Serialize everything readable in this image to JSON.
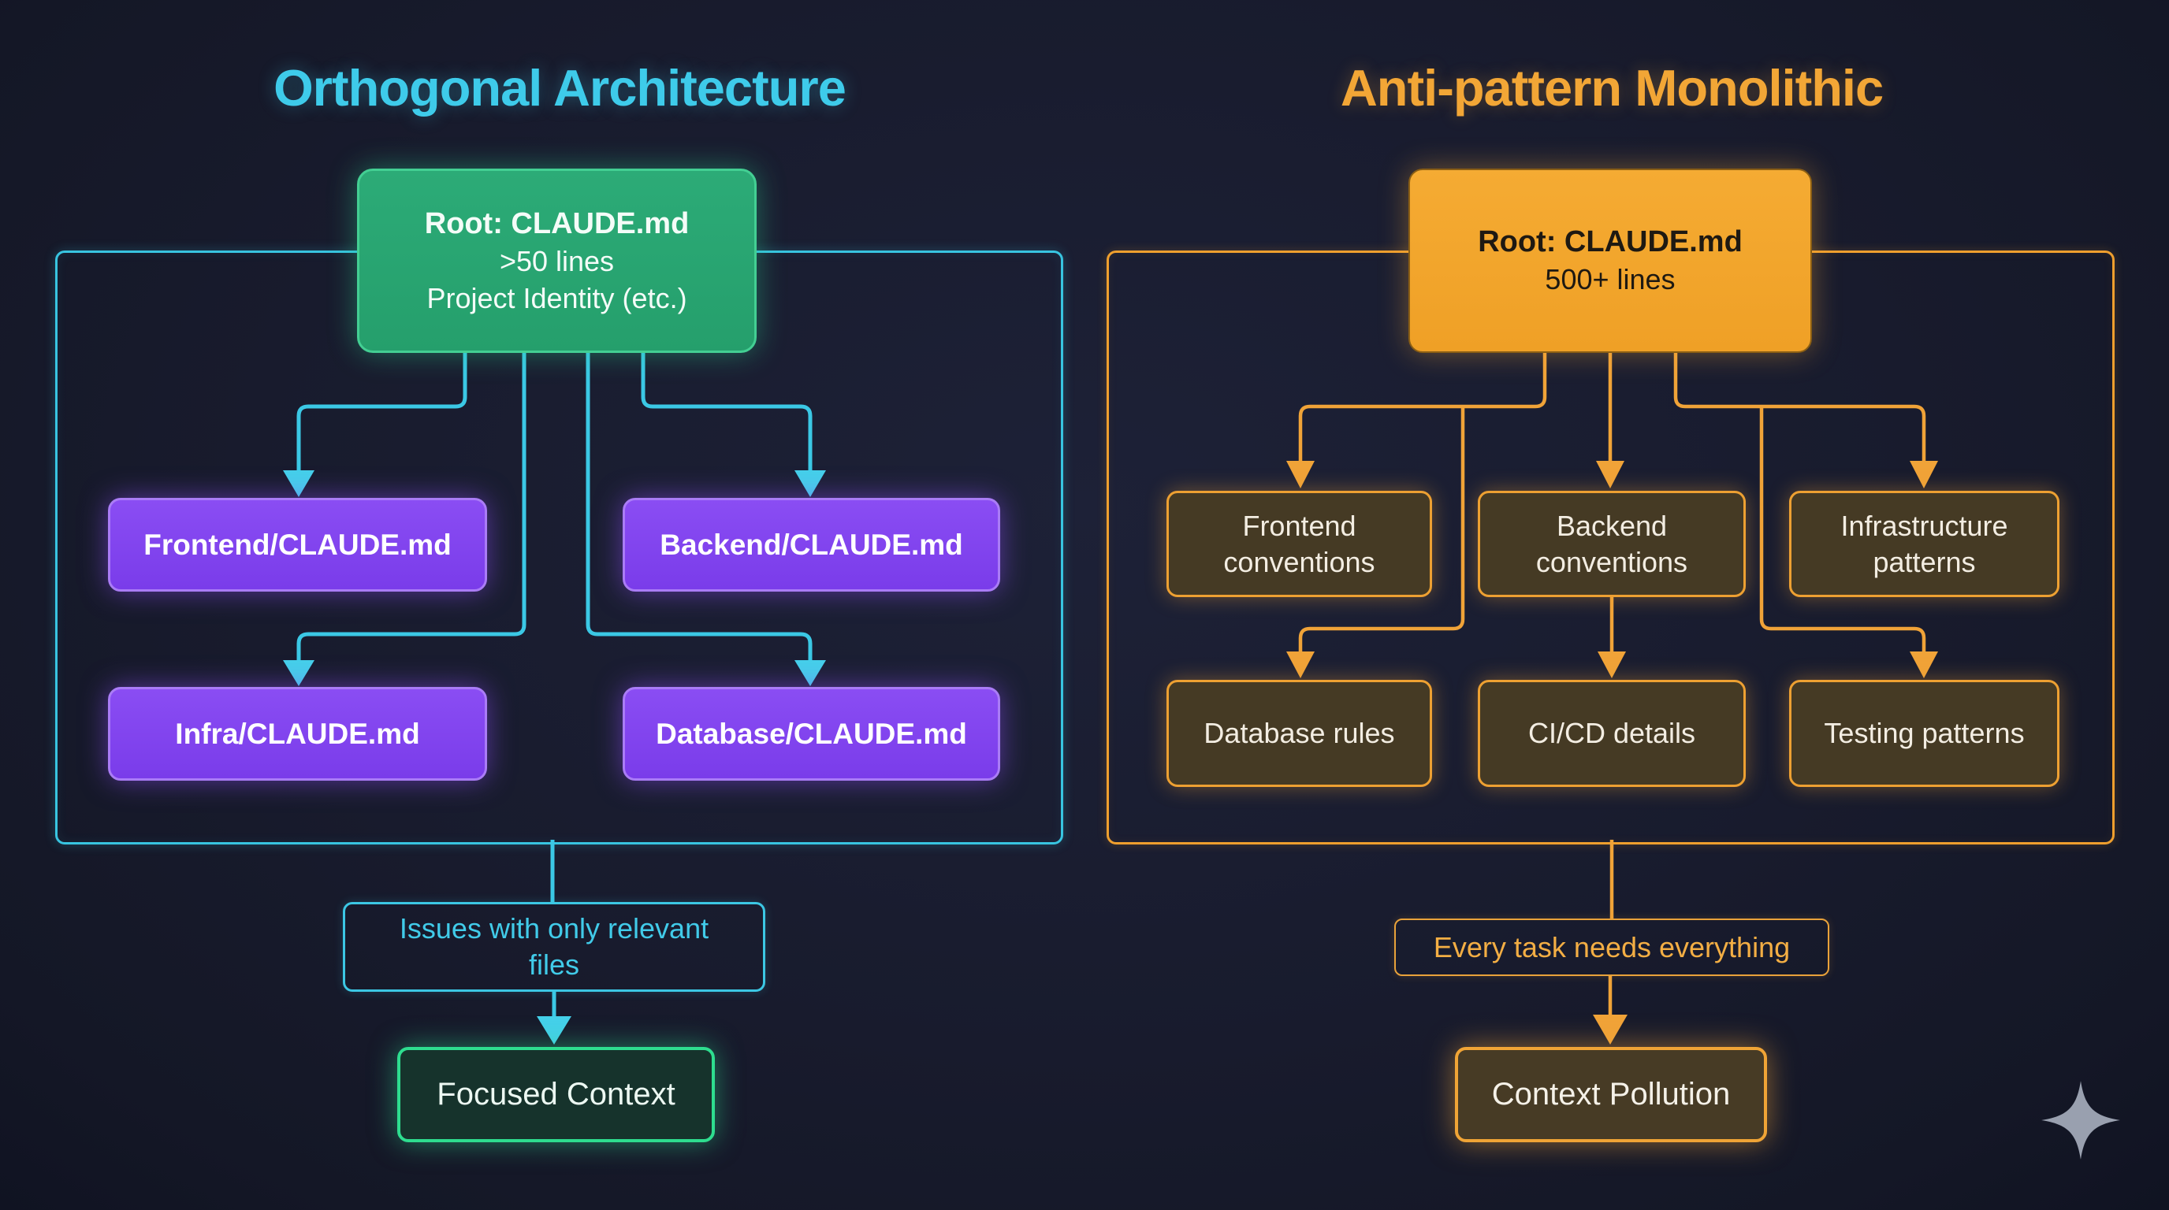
{
  "left": {
    "title": "Orthogonal Architecture",
    "root": {
      "line1": "Root: CLAUDE.md",
      "line2": ">50 lines",
      "line3": "Project Identity (etc.)"
    },
    "children": [
      {
        "label": "Frontend/CLAUDE.md"
      },
      {
        "label": "Backend/CLAUDE.md"
      },
      {
        "label": "Infra/CLAUDE.md"
      },
      {
        "label": "Database/CLAUDE.md"
      }
    ],
    "note": "Issues with only relevant files",
    "outcome": "Focused Context"
  },
  "right": {
    "title": "Anti-pattern Monolithic",
    "root": {
      "line1": "Root: CLAUDE.md",
      "line2": "500+ lines"
    },
    "children": [
      {
        "label": "Frontend conventions"
      },
      {
        "label": "Backend conventions"
      },
      {
        "label": "Infrastructure patterns"
      },
      {
        "label": "Database rules"
      },
      {
        "label": "CI/CD details"
      },
      {
        "label": "Testing patterns"
      }
    ],
    "note": "Every task needs everything",
    "outcome": "Context Pollution"
  },
  "palette": {
    "background": "#181b2d",
    "cyan_accent": "#3cc7e4",
    "green_accent": "#28a572",
    "purple_accent": "#7f42ee",
    "orange_accent": "#f2a432"
  },
  "footer": {
    "sparkle_icon": "four-point-star"
  }
}
